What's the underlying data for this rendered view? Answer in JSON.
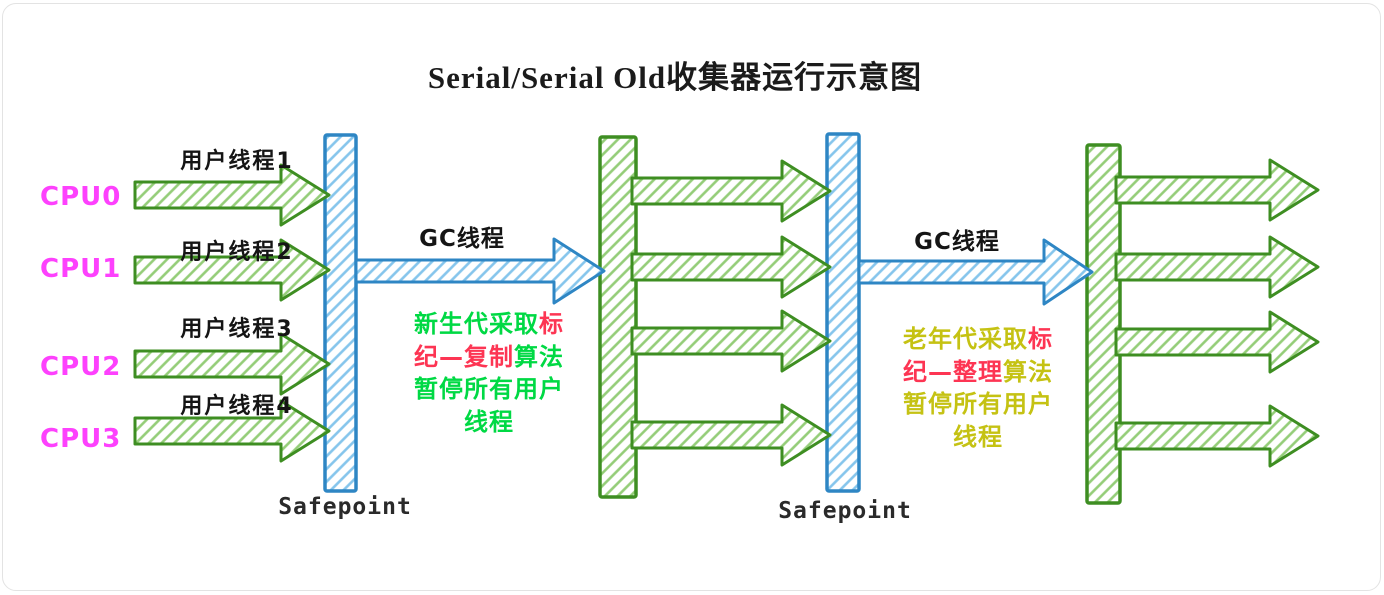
{
  "title": "Serial/Serial Old收集器运行示意图",
  "cpus": [
    {
      "label": "CPU0"
    },
    {
      "label": "CPU1"
    },
    {
      "label": "CPU2"
    },
    {
      "label": "CPU3"
    }
  ],
  "user_threads": [
    {
      "label": "用户线程1"
    },
    {
      "label": "用户线程2"
    },
    {
      "label": "用户线程3"
    },
    {
      "label": "用户线程4"
    }
  ],
  "gc_threads": [
    {
      "label": "GC线程"
    },
    {
      "label": "GC线程"
    }
  ],
  "safepoints": [
    {
      "label": "Safepoint"
    },
    {
      "label": "Safepoint"
    }
  ],
  "notes": {
    "young_gen": {
      "line1_main": "新生代采取",
      "line1_accent": "标",
      "line2_accent": "纪—复制",
      "line2_main": "算法",
      "line3": "暂停所有用户",
      "line4": "线程"
    },
    "old_gen": {
      "line1_main": "老年代采取",
      "line1_accent": "标",
      "line2_accent": "纪—整理",
      "line2_main": "算法",
      "line3": "暂停所有用户",
      "line4": "线程"
    }
  },
  "colors": {
    "thread_arrow_stroke": "#3e8e22",
    "thread_arrow_hatch": "#94cd78",
    "gc_arrow_stroke": "#2e86c4",
    "gc_arrow_hatch": "#85c5ec",
    "cpu_label": "#fd41fd",
    "young_note_main": "#00d944",
    "old_note_main": "#c5c213",
    "note_accent": "#fd3553"
  }
}
